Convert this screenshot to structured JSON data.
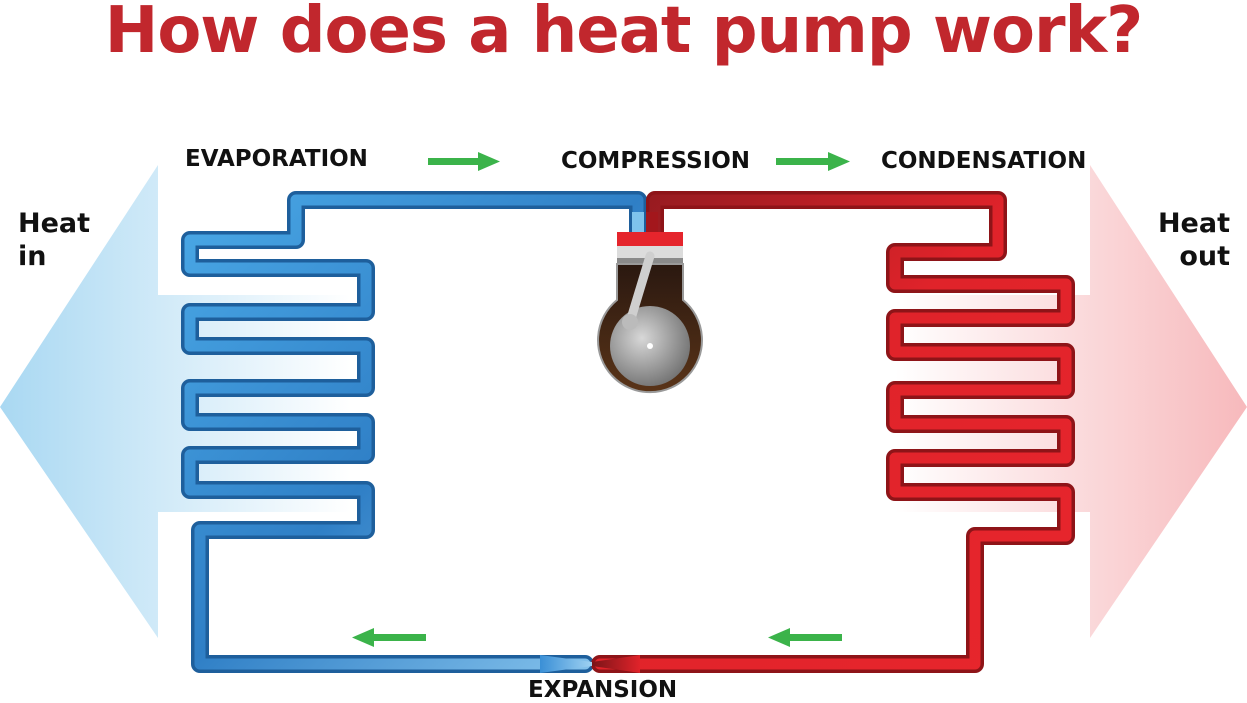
{
  "title": "How does a heat pump work?",
  "stages": {
    "evaporation": "EVAPORATION",
    "compression": "COMPRESSION",
    "condensation": "CONDENSATION",
    "expansion": "EXPANSION"
  },
  "heat_in": {
    "line1": "Heat",
    "line2": "in"
  },
  "heat_out": {
    "line1": "Heat",
    "line2": "out"
  },
  "colors": {
    "title": "#c1272d",
    "cold_pipe": "#3a8fd6",
    "cold_pipe_light": "#8cc8ef",
    "hot_pipe": "#e0232a",
    "hot_pipe_dark": "#8e1a1f",
    "flow_arrow": "#3bb34a",
    "heat_in_arrow": "#a9d8f2",
    "heat_out_arrow": "#f7b9bc"
  },
  "icons": [
    "flow-arrow-right",
    "flow-arrow-left",
    "compressor-piston-icon"
  ]
}
